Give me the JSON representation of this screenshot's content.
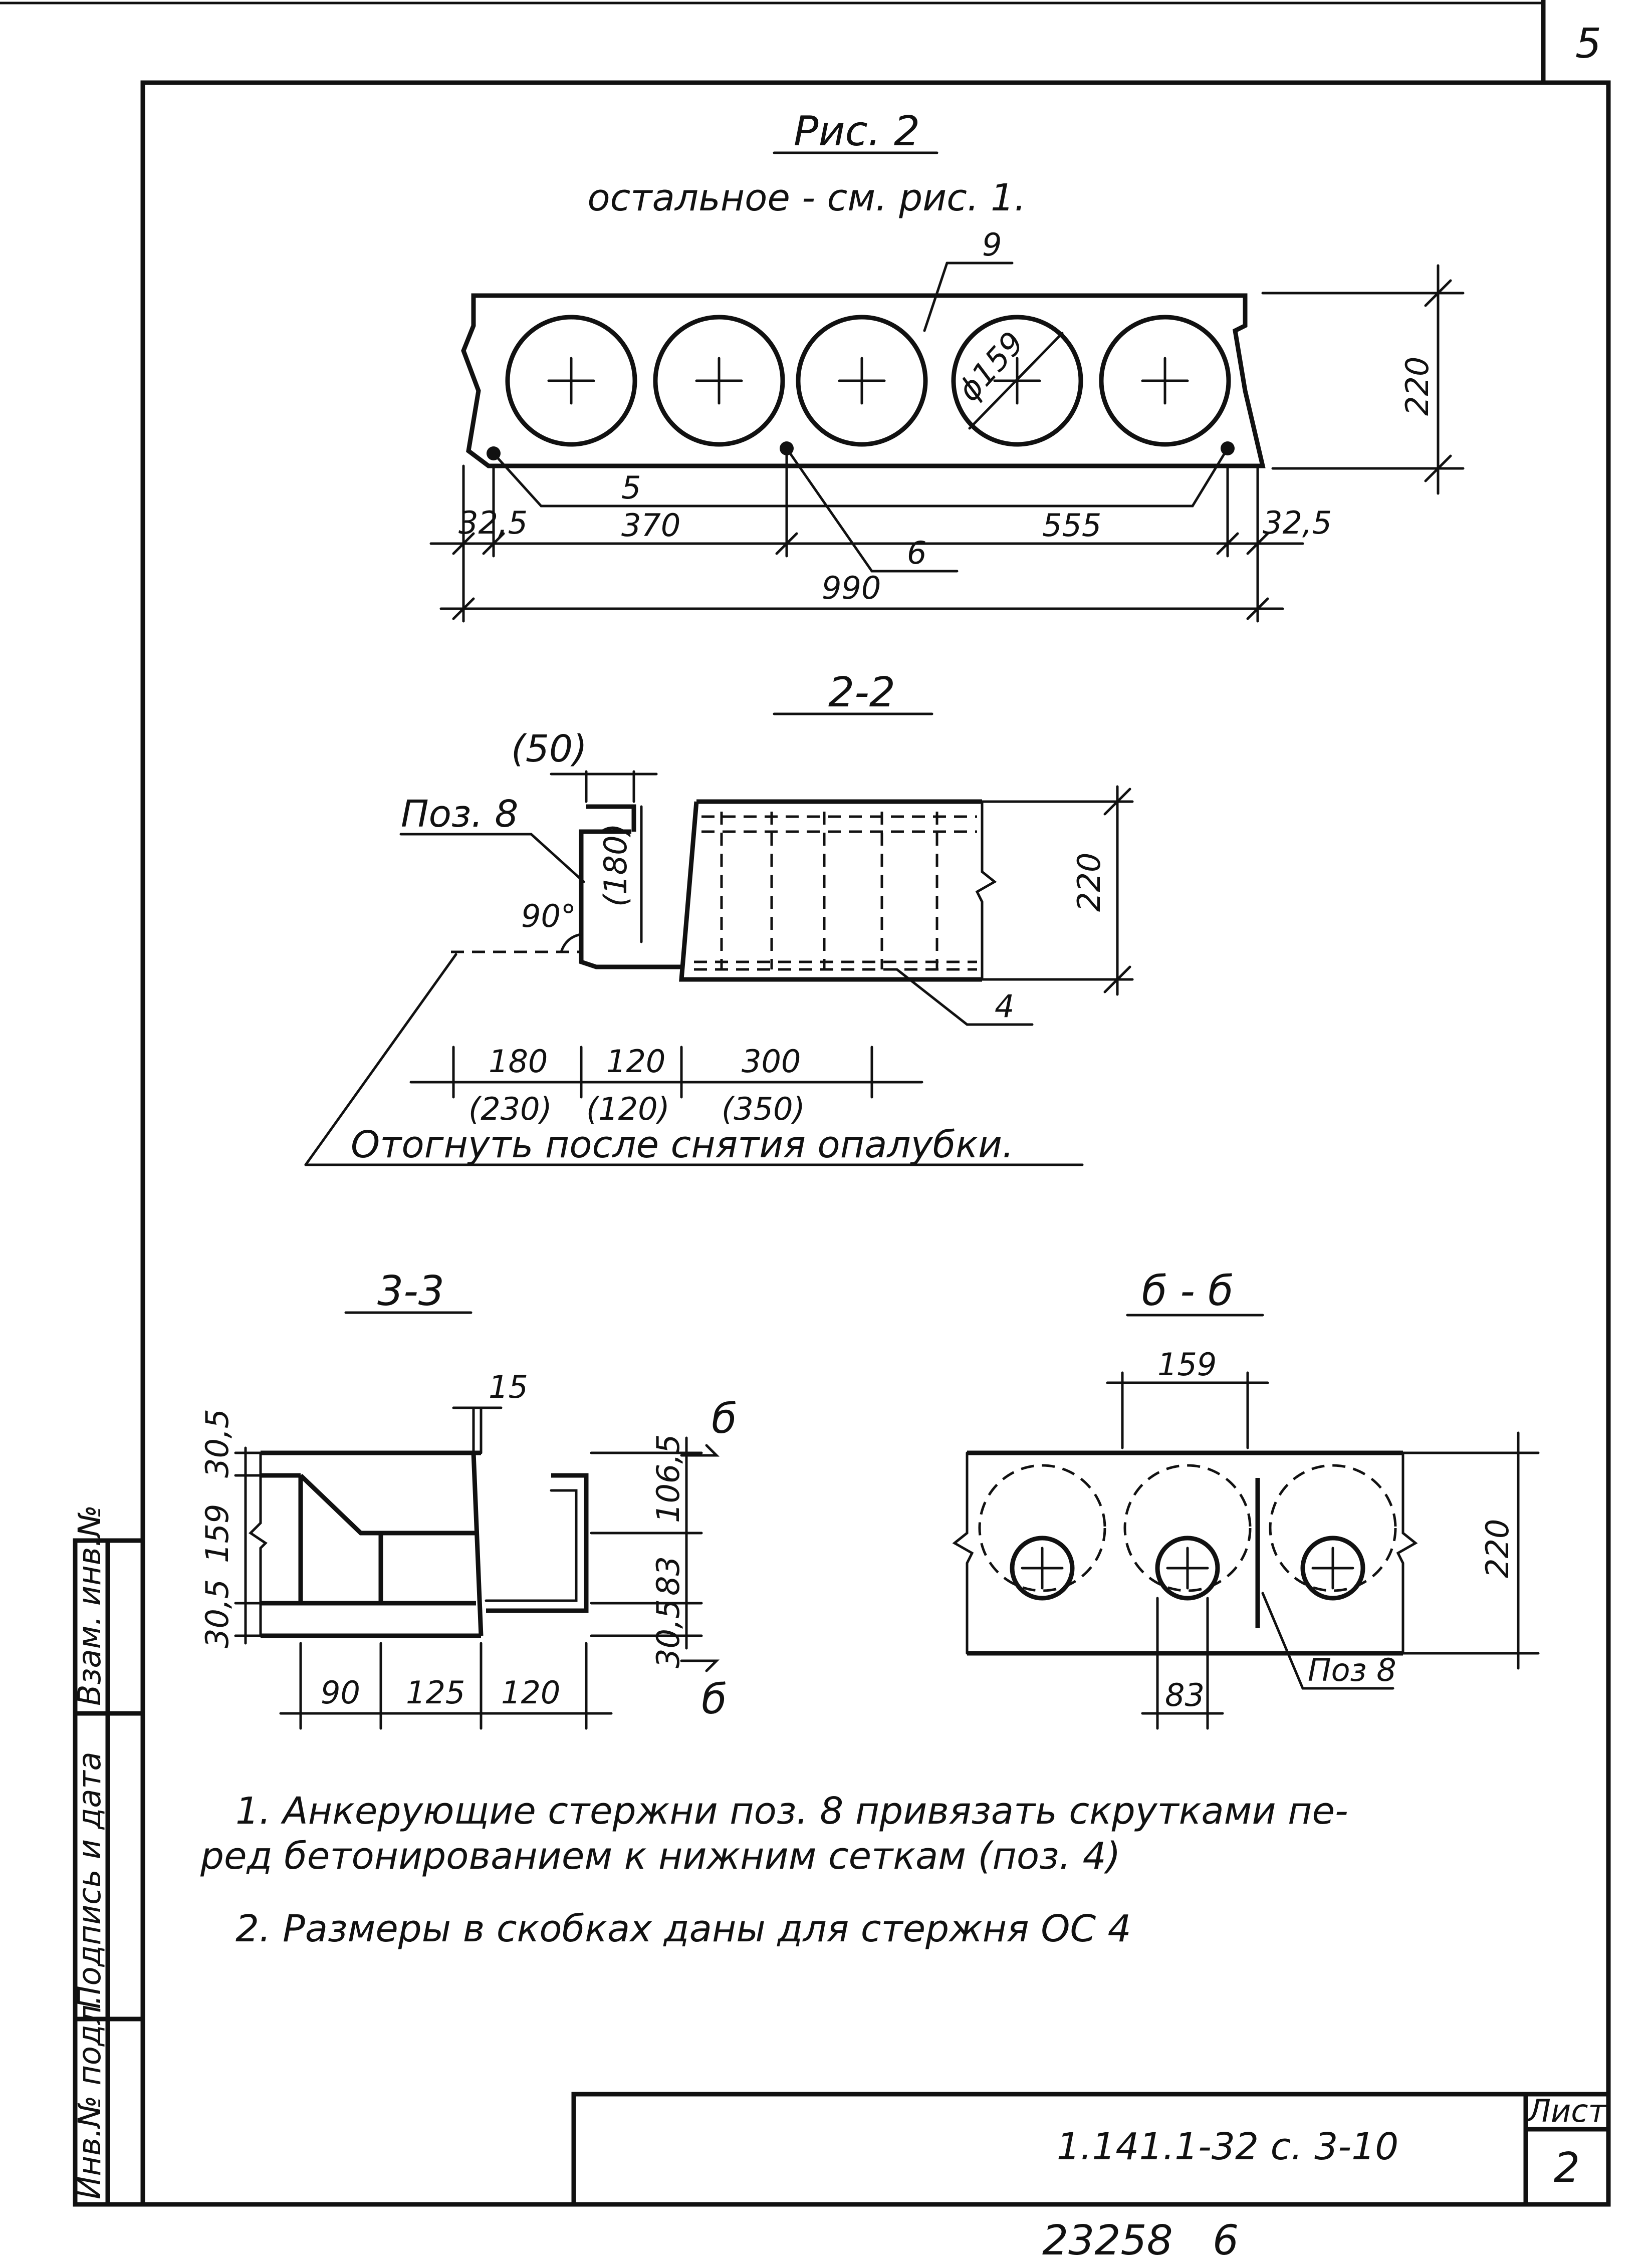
{
  "sheet": {
    "sheet_number_top": "5",
    "document_code": "1.141.1-32 с. 3-10",
    "list_label": "Лист",
    "list_number": "2",
    "inventory_number": "23258",
    "inventory_suffix": "6"
  },
  "side_stamp": {
    "inv_original": "Инв.№ подл.",
    "sign_date": "Подпись и дата",
    "replace_inv": "Взам. инв.№"
  },
  "figure2": {
    "title": "Рис. 2",
    "subtitle": "остальное - см. рис. 1.",
    "callout_9": "9",
    "callout_5": "5",
    "callout_6": "6",
    "diameter": "ϕ159",
    "height": "220",
    "dim_left": "32,5",
    "dim_370": "370",
    "dim_555": "555",
    "dim_right": "32,5",
    "dim_total": "990"
  },
  "section22": {
    "title": "2-2",
    "dim_50": "(50)",
    "pos_label": "Поз. 8",
    "angle": "90°",
    "dim_180v": "(180)",
    "height": "220",
    "callout_4": "4",
    "dim_180": "180",
    "dim_120": "120",
    "dim_300": "300",
    "dim_230p": "(230)",
    "dim_120p": "(120)",
    "dim_350p": "(350)",
    "note": "Отогнуть после снятия опалубки."
  },
  "section33": {
    "title": "3-3",
    "dim_15": "15",
    "cut_mark_top": "б",
    "cut_mark_bottom": "б",
    "dim_30_5_top": "30,5",
    "dim_159": "159",
    "dim_30_5_bottom": "30,5",
    "dim_106_5": "106,5",
    "dim_83": "83",
    "dim_30_5_right": "30,5",
    "dim_90": "90",
    "dim_125": "125",
    "dim_120": "120"
  },
  "sectionbb": {
    "title": "б - б",
    "dim_159": "159",
    "height": "220",
    "dim_83": "83",
    "pos_label": "Поз 8"
  },
  "notes": {
    "n1_line1": "1. Анкерующие стержни поз. 8 привязать скрутками пе-",
    "n1_line2": "ред бетонированием к нижним сеткам (поз. 4)",
    "n2": "2. Размеры в скобках даны для стержня ОС 4"
  }
}
